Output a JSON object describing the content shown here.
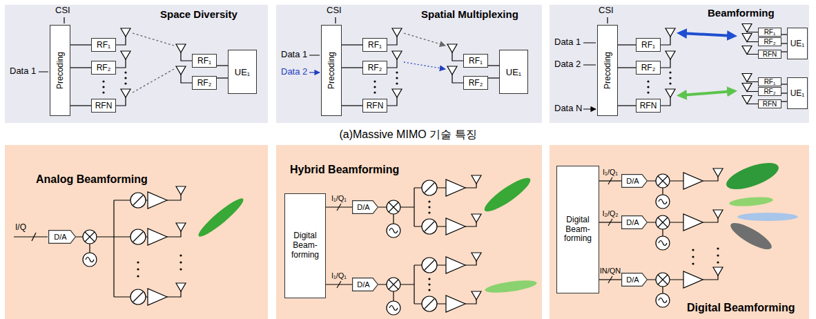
{
  "diagram": {
    "caption": "(a)Massive MIMO 기술 특징",
    "nodes": [
      {
        "text": [
          "Space Diversity"
        ]
      },
      {
        "text": [
          "Precoding"
        ],
        "in": 0
      },
      {
        "text": [
          "RF₁"
        ],
        "in": 0
      },
      {
        "text": [
          "RF₂"
        ],
        "in": 0
      },
      {
        "text": [
          "RFN"
        ],
        "in": 0
      },
      {
        "text": [
          "RF₁"
        ],
        "in": 0
      },
      {
        "text": [
          "RF₂"
        ],
        "in": 0
      },
      {
        "text": [
          "UE₁"
        ],
        "in": 0
      },
      {
        "text": [
          "Spatial Multiplexing"
        ]
      },
      {
        "text": [
          "Precoding"
        ],
        "in": 8
      },
      {
        "text": [
          "RF₁"
        ],
        "in": 8
      },
      {
        "text": [
          "RF₂"
        ],
        "in": 8
      },
      {
        "text": [
          "RFN"
        ],
        "in": 8
      },
      {
        "text": [
          "RF₁"
        ],
        "in": 8
      },
      {
        "text": [
          "RF₂"
        ],
        "in": 8
      },
      {
        "text": [
          "UE₁"
        ],
        "in": 8
      },
      {
        "text": [
          "Beamforming"
        ]
      },
      {
        "text": [
          "Precoding"
        ],
        "in": 16
      },
      {
        "text": [
          "RF₁"
        ],
        "in": 16
      },
      {
        "text": [
          "RF₂"
        ],
        "in": 16
      },
      {
        "text": [
          "RFN"
        ],
        "in": 16
      },
      {
        "text": [
          "RF₁"
        ],
        "in": 16
      },
      {
        "text": [
          "RF₂"
        ],
        "in": 16
      },
      {
        "text": [
          "RFN"
        ],
        "in": 16
      },
      {
        "text": [
          "UE₁"
        ],
        "in": 16
      },
      {
        "text": [
          "RF₁"
        ],
        "in": 16
      },
      {
        "text": [
          "RF₂"
        ],
        "in": 16
      },
      {
        "text": [
          "RFN"
        ],
        "in": 16
      },
      {
        "text": [
          "UE₁"
        ],
        "in": 16
      },
      {
        "text": [
          "Analog Beamforming"
        ]
      },
      {
        "text": [
          "D/A"
        ],
        "in": 29
      },
      {
        "text": [
          "Hybrid Beamforming"
        ]
      },
      {
        "text": [
          "Digital Beam-forming"
        ],
        "in": 31
      },
      {
        "text": [
          "D/A"
        ],
        "in": 31
      },
      {
        "text": [
          "D/A"
        ],
        "in": 31
      },
      {
        "text": [
          "Digital Beamforming"
        ]
      },
      {
        "text": [
          "Digital Beam-forming"
        ],
        "in": 35
      },
      {
        "text": [
          "D/A"
        ],
        "in": 35
      },
      {
        "text": [
          "D/A"
        ],
        "in": 35
      },
      {
        "text": [
          "D/A"
        ],
        "in": 35
      }
    ],
    "edges": [
      {
        "from": 1,
        "to": 2,
        "arrow": "none"
      },
      {
        "from": 1,
        "to": 3,
        "arrow": "none"
      },
      {
        "from": 1,
        "to": 4,
        "arrow": "none"
      },
      {
        "from": 5,
        "to": 7,
        "arrow": "none"
      },
      {
        "from": 6,
        "to": 7,
        "arrow": "none"
      },
      {
        "from": 9,
        "to": 10,
        "arrow": "none"
      },
      {
        "from": 9,
        "to": 11,
        "arrow": "none"
      },
      {
        "from": 9,
        "to": 12,
        "arrow": "none"
      },
      {
        "from": 13,
        "to": 15,
        "arrow": "none"
      },
      {
        "from": 14,
        "to": 15,
        "arrow": "none"
      },
      {
        "from": 17,
        "to": 18,
        "arrow": "none"
      },
      {
        "from": 17,
        "to": 19,
        "arrow": "none"
      },
      {
        "from": 17,
        "to": 20,
        "arrow": "none"
      },
      {
        "from": 21,
        "to": 24,
        "arrow": "none"
      },
      {
        "from": 22,
        "to": 24,
        "arrow": "none"
      },
      {
        "from": 23,
        "to": 24,
        "arrow": "none"
      },
      {
        "from": 25,
        "to": 28,
        "arrow": "none"
      },
      {
        "from": 26,
        "to": 28,
        "arrow": "none"
      },
      {
        "from": 27,
        "to": 28,
        "arrow": "none"
      },
      {
        "from": 32,
        "to": 33,
        "label": "I₁/Q₁",
        "arrow": "none"
      },
      {
        "from": 32,
        "to": 34,
        "label": "I₁/Q₁",
        "arrow": "none"
      },
      {
        "from": 36,
        "to": 37,
        "label": "I₁/Q₁",
        "arrow": "none"
      },
      {
        "from": 36,
        "to": 38,
        "label": "I₂/Q₂",
        "arrow": "none"
      },
      {
        "from": 36,
        "to": 39,
        "label": "IN/QN",
        "arrow": "none"
      }
    ],
    "labels": [
      "CSI",
      "Data 1",
      "CSI",
      "Data 1",
      "Data 2",
      "CSI",
      "Data 1",
      "Data 2",
      "Data N",
      "I/Q"
    ]
  }
}
